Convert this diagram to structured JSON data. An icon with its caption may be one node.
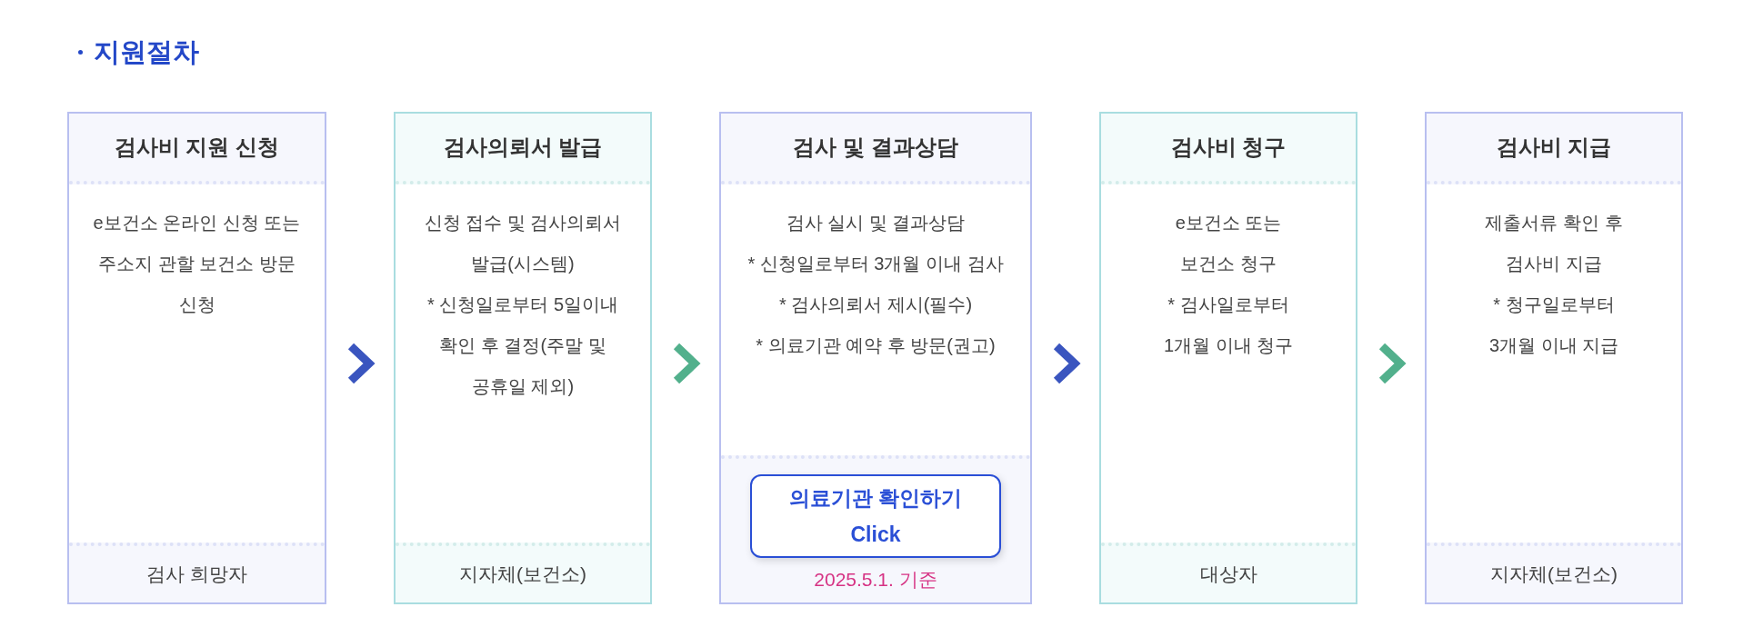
{
  "diagram": {
    "title": "지원절차",
    "nodes": [
      {
        "text": [
          "검사비 지원 신청",
          "e보건소 온라인 신청 또는 주소지 관할 보건소 방문 신청",
          "검사 희망자"
        ]
      },
      {
        "text": [
          "검사의뢰서 발급",
          "신청 접수 및 검사의뢰서 발급(시스템)",
          "* 신청일로부터 5일이내 확인 후 결정(주말 및 공휴일 제외)",
          "지자체(보건소)"
        ]
      },
      {
        "text": [
          "검사 및 결과상담",
          "검사 실시 및 결과상담",
          "* 신청일로부터 3개월 이내 검사",
          "* 검사의뢰서 제시(필수)",
          "* 의료기관 예약 후 방문(권고)",
          "2025.5.1. 기준"
        ]
      },
      {
        "text": [
          "의료기관 확인하기",
          "Click"
        ],
        "in": 2
      },
      {
        "text": [
          "검사비 청구",
          "e보건소 또는 보건소 청구",
          "* 검사일로부터 1개월 이내 청구",
          "대상자"
        ]
      },
      {
        "text": [
          "검사비 지급",
          "제출서류 확인 후 검사비 지급",
          "* 청구일로부터 3개월 이내 지급",
          "지자체(보건소)"
        ]
      }
    ],
    "edges": [
      {
        "from": 0,
        "to": 1,
        "arrow": "to",
        "color": "#3a55bf"
      },
      {
        "from": 1,
        "to": 2,
        "arrow": "to",
        "color": "#52b08c"
      },
      {
        "from": 2,
        "to": 4,
        "arrow": "to",
        "color": "#3a55bf"
      },
      {
        "from": 4,
        "to": 5,
        "arrow": "to",
        "color": "#52b08c"
      }
    ]
  }
}
